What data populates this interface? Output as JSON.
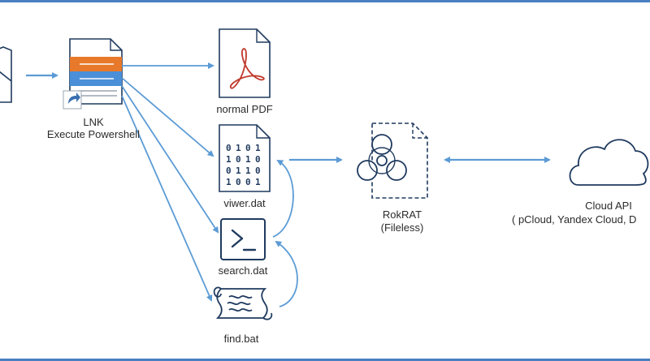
{
  "nodes": {
    "lnk": {
      "title": "LNK",
      "subtitle": "Execute Powershell"
    },
    "pdf": {
      "label": "normal PDF"
    },
    "viwer": {
      "label": "viwer.dat"
    },
    "search": {
      "label": "search.dat"
    },
    "find": {
      "label": "find.bat"
    },
    "rokrat": {
      "title": "RokRAT",
      "subtitle": "(Fileless)"
    },
    "cloud": {
      "title": "Cloud API",
      "subtitle": "( pCloud, Yandex Cloud, D"
    }
  },
  "colors": {
    "line": "#5b9bd5",
    "icon_stroke": "#1f3a5f",
    "orange": "#e8792b",
    "blue": "#4a8fd8",
    "border": "#4a7fc1"
  }
}
